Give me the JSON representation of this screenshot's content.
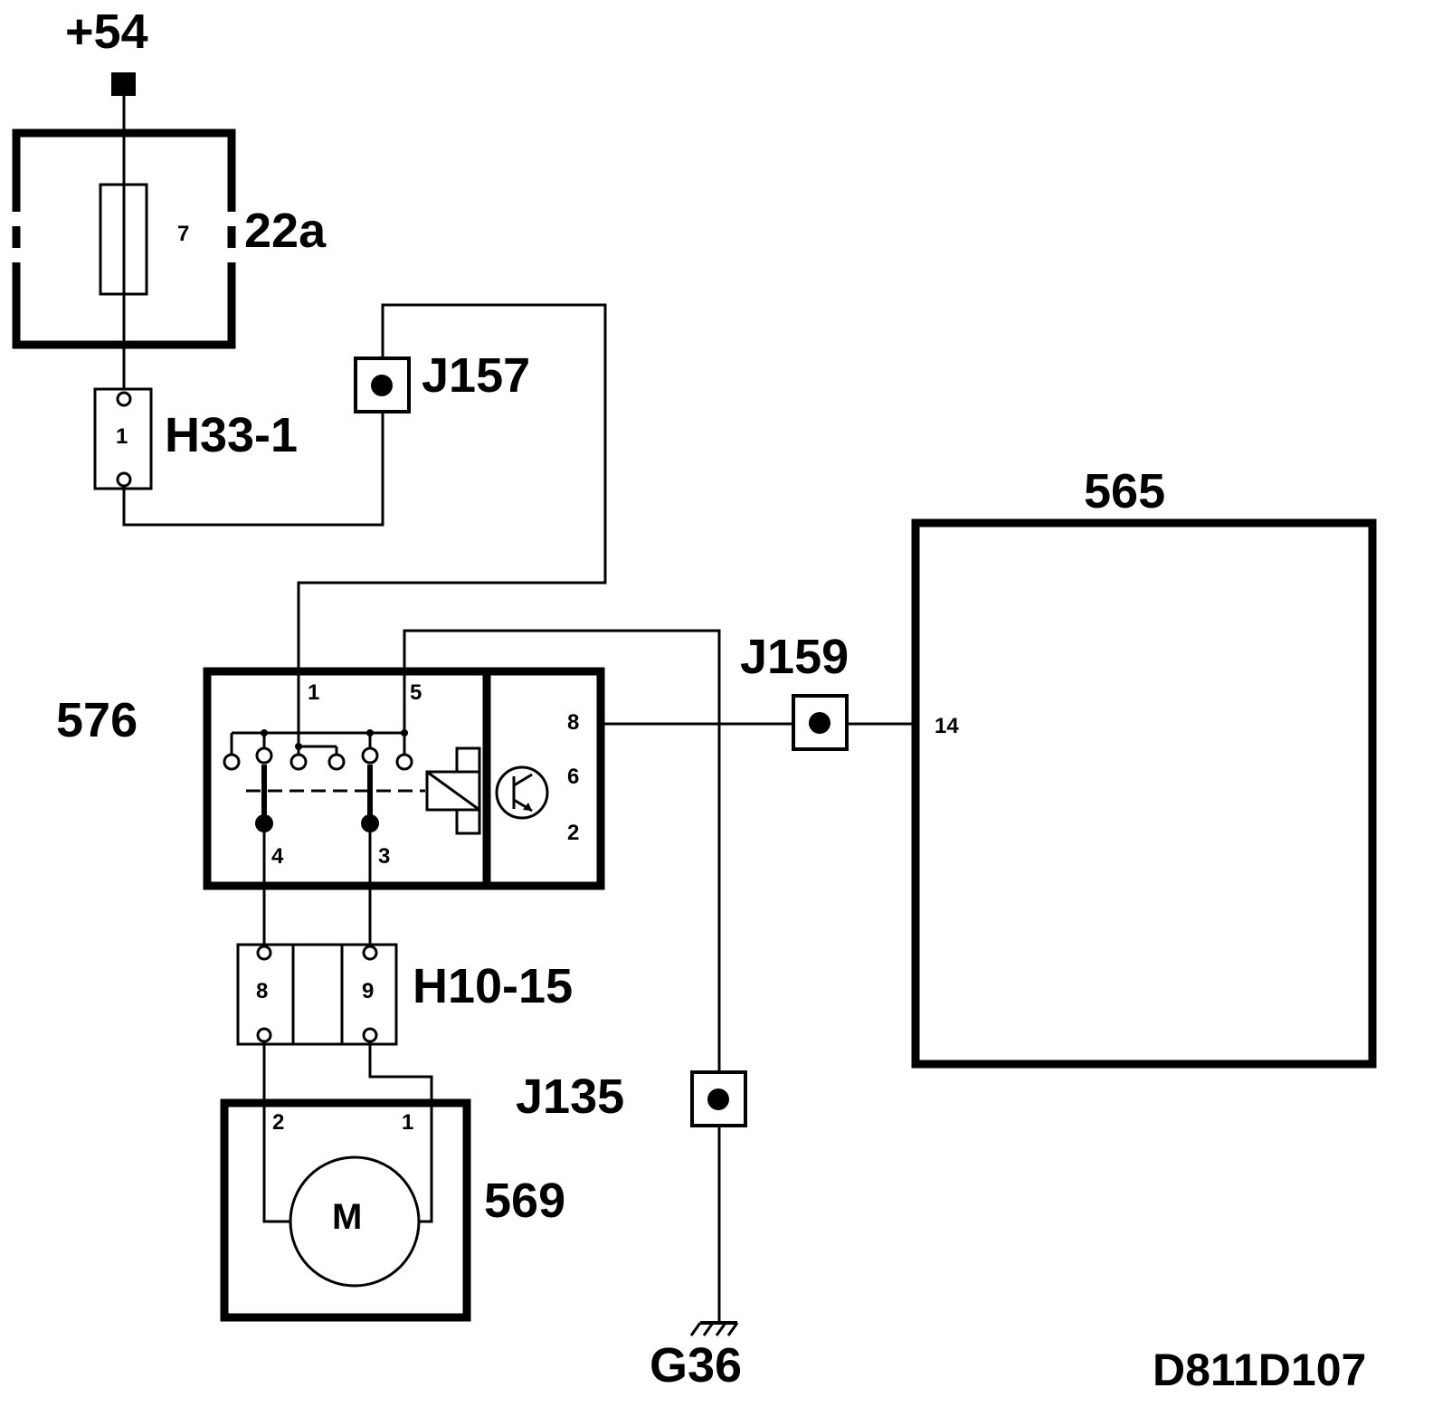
{
  "diagram": {
    "supply_label": "+54",
    "fuse_box": {
      "ref": "22a",
      "fuse_number": "7"
    },
    "connector_h33": {
      "ref": "H33-1",
      "pin": "1"
    },
    "junction_j157": {
      "ref": "J157"
    },
    "junction_j159": {
      "ref": "J159"
    },
    "junction_j135": {
      "ref": "J135"
    },
    "module_576": {
      "ref": "576",
      "pins": {
        "p1": "1",
        "p5": "5",
        "p8": "8",
        "p6": "6",
        "p2": "2",
        "p4": "4",
        "p3": "3"
      }
    },
    "connector_h10": {
      "ref": "H10-15",
      "pin_a": "8",
      "pin_b": "9"
    },
    "motor_569": {
      "ref": "569",
      "symbol": "M",
      "pin_a": "2",
      "pin_b": "1"
    },
    "unit_565": {
      "ref": "565",
      "pin": "14"
    },
    "ground": {
      "ref": "G36"
    },
    "drawing_id": "D811D107"
  }
}
